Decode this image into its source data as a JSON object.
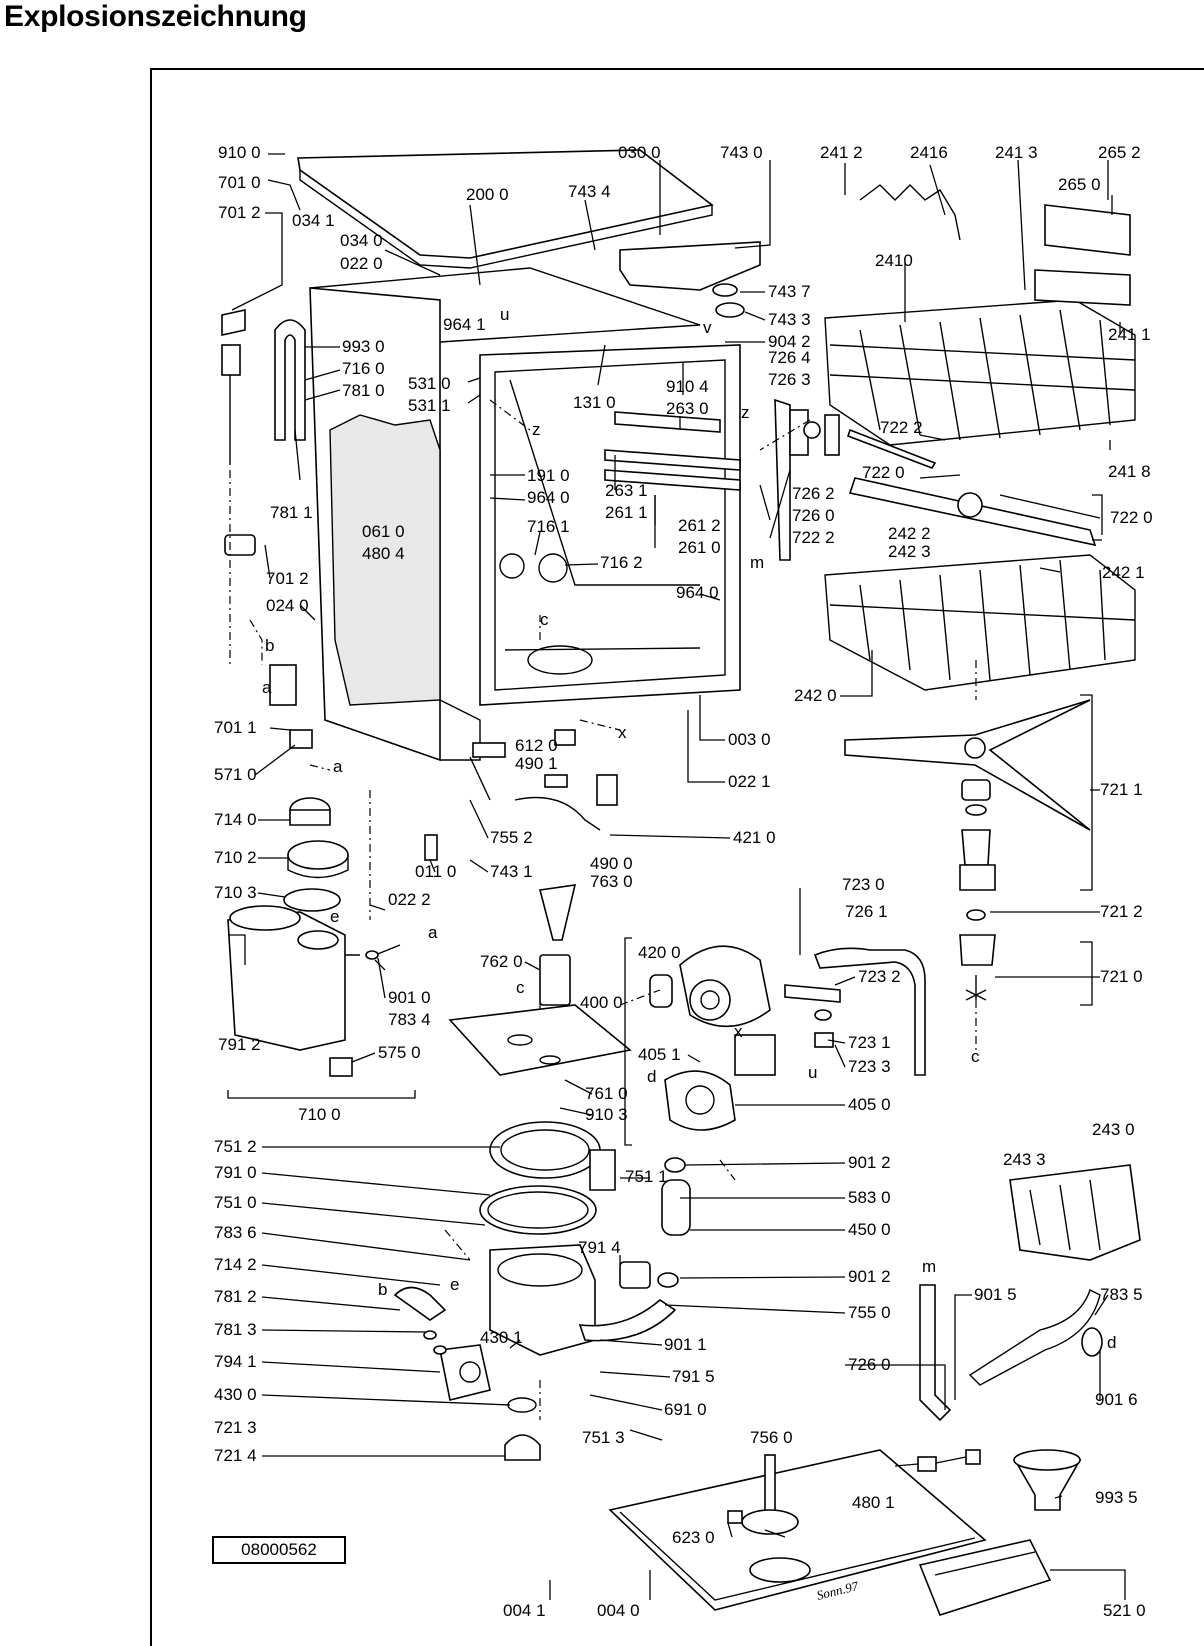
{
  "title": "Explosionszeichnung",
  "document_number": "08000562",
  "signature": "Sonn.97",
  "labels": {
    "l9100": "910 0",
    "l7010": "701 0",
    "l7012a": "701 2",
    "l0341": "034 1",
    "l0300": "030 0",
    "l2000": "200 0",
    "l7434": "743 4",
    "l7430": "743 0",
    "l2412": "241 2",
    "l2416": "2416",
    "l2413": "241 3",
    "l2652": "265 2",
    "l2650": "265 0",
    "l0340": "034 0",
    "l0220": "022 0",
    "l7437": "743 7",
    "l2410": "2410",
    "l9641": "964 1",
    "l7433": "743 3",
    "l9042": "904 2",
    "l2411": "241 1",
    "l9930": "993 0",
    "l7160": "716 0",
    "l7810": "781 0",
    "l5310": "531 0",
    "l5311": "531 1",
    "l7264": "726 4",
    "l7263": "726 3",
    "l9104": "910 4",
    "l2630": "263 0",
    "l1310": "131 0",
    "l7222a": "722 2",
    "l2418": "241 8",
    "l7220a": "722 0",
    "l7220b": "722 0",
    "l7811": "781 1",
    "l1910": "191 0",
    "l9640a": "964 0",
    "l2631": "263 1",
    "l2611": "261 1",
    "l7262": "726 2",
    "l7260a": "726 0",
    "l7222b": "722 2",
    "l2612": "261 2",
    "l2610": "261 0",
    "l0610": "061 0",
    "l4804": "480 4",
    "l7161": "716 1",
    "l7162": "716 2",
    "l2422": "242 2",
    "l2423": "242 3",
    "l2421": "242 1",
    "l7012b": "701 2",
    "l0240": "024 0",
    "l9640b": "964 0",
    "l2420": "242 0",
    "l7011": "701 1",
    "l0030": "003 0",
    "l6120": "612 0",
    "l4900a": "490 1",
    "l5710": "571 0",
    "l0221": "022 1",
    "l7211": "721 1",
    "l7140": "714 0",
    "l4210": "421 0",
    "l7552": "755 2",
    "l7102": "710 2",
    "l0110": "011 0",
    "l7431": "743 1",
    "l7103": "710 3",
    "l0222": "022 2",
    "l4900b": "490 0",
    "l7630": "763 0",
    "l7230": "723 0",
    "l7261": "726 1",
    "l7212": "721 2",
    "l4200": "420 0",
    "l7620": "762 0",
    "l7232": "723 2",
    "l7210": "721 0",
    "l4000": "400 0",
    "l9010": "901 0",
    "l7834": "783 4",
    "l7912": "791 2",
    "l5750": "575 0",
    "l4051": "405 1",
    "l7231": "723 1",
    "l7233": "723 3",
    "l7610": "761 0",
    "l9103": "910 3",
    "l7100": "710 0",
    "l4050": "405 0",
    "l7512": "751 2",
    "l7511": "751 1",
    "l9012a": "901 2",
    "l2430": "243 0",
    "l2433": "243 3",
    "l7910": "791 0",
    "l5830": "583 0",
    "l7510": "751 0",
    "l4500": "450 0",
    "l7836": "783 6",
    "l7914": "791 4",
    "l7142": "714 2",
    "l9012b": "901 2",
    "l9015": "901 5",
    "l7835": "783 5",
    "l7812": "781 2",
    "l7550": "755 0",
    "l7813": "781 3",
    "l4301": "430 1",
    "l9011": "901 1",
    "l7260b": "726 0",
    "l7941": "794 1",
    "l7915": "791 5",
    "l9016": "901 6",
    "l4300": "430 0",
    "l6910": "691 0",
    "l7213": "721 3",
    "l7513": "751 3",
    "l7560": "756 0",
    "l7214": "721 4",
    "l4801": "480 1",
    "l6230": "623 0",
    "l9935": "993 5",
    "l0041": "004 1",
    "l0040": "004 0",
    "l5210": "521 0"
  },
  "letters": {
    "a1": "a",
    "a2": "a",
    "a3": "a",
    "b1": "b",
    "b2": "b",
    "c1": "c",
    "c2": "c",
    "c3": "c",
    "d1": "d",
    "d2": "d",
    "e1": "e",
    "e2": "e",
    "m1": "m",
    "m2": "m",
    "x1": "x",
    "x2": "x",
    "z1": "z",
    "z2": "z",
    "u1": "u",
    "u2": "u",
    "v1": "v"
  }
}
